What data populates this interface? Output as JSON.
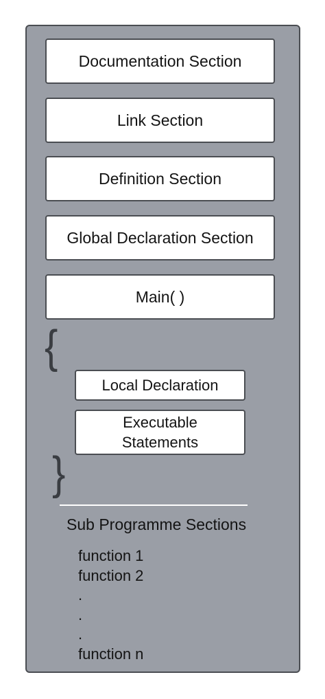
{
  "sections": [
    {
      "label": "Documentation Section"
    },
    {
      "label": "Link Section"
    },
    {
      "label": "Definition Section"
    },
    {
      "label": "Global Declaration Section"
    },
    {
      "label": "Main( )"
    }
  ],
  "main_body": {
    "open_brace": "{",
    "close_brace": "}",
    "items": [
      {
        "label": "Local Declaration"
      },
      {
        "label_line1": "Executable",
        "label_line2": "Statements"
      }
    ]
  },
  "sub_programme": {
    "title": "Sub Programme Sections",
    "functions": [
      "function 1",
      "function 2",
      ".",
      ".",
      ".",
      "function n"
    ]
  }
}
